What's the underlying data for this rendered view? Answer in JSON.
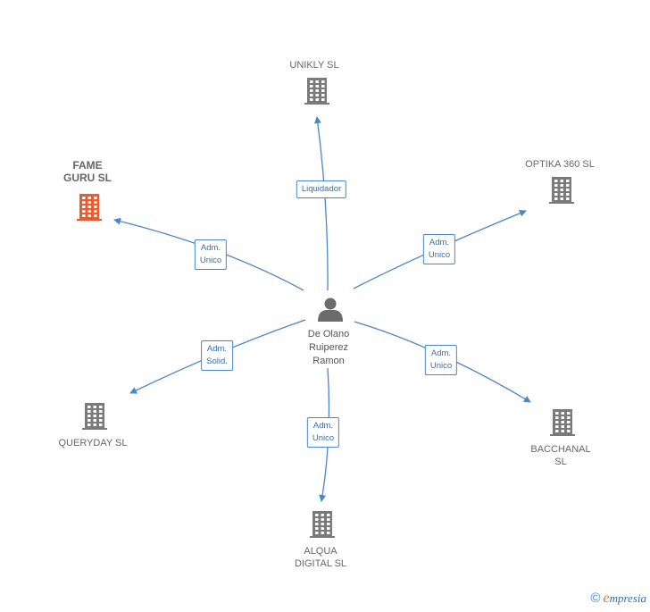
{
  "center": {
    "name": "De Olano\nRuiperez\nRamon",
    "icon": "person-icon"
  },
  "companies": [
    {
      "id": "unikly",
      "name": "UNIKLY  SL",
      "highlight": false,
      "relation": "Liquidador"
    },
    {
      "id": "optika",
      "name": "OPTIKA 360  SL",
      "highlight": false,
      "relation": "Adm.\nUnico"
    },
    {
      "id": "fame",
      "name": "FAME\nGURU  SL",
      "highlight": true,
      "relation": "Adm.\nUnico"
    },
    {
      "id": "queryday",
      "name": "QUERYDAY  SL",
      "highlight": false,
      "relation": "Adm.\nSolid."
    },
    {
      "id": "bacchanal",
      "name": "BACCHANAL\nSL",
      "highlight": false,
      "relation": "Adm.\nUnico"
    },
    {
      "id": "alqua",
      "name": "ALQUA\nDIGITAL  SL",
      "highlight": false,
      "relation": "Adm.\nUnico"
    }
  ],
  "colors": {
    "edge": "#4a86c8",
    "building": "#7a7a7a",
    "highlight": "#f0592a",
    "person": "#6b6b6b"
  },
  "footer": {
    "copyright": "©",
    "brand_first": "e",
    "brand_rest": "mpresia"
  }
}
